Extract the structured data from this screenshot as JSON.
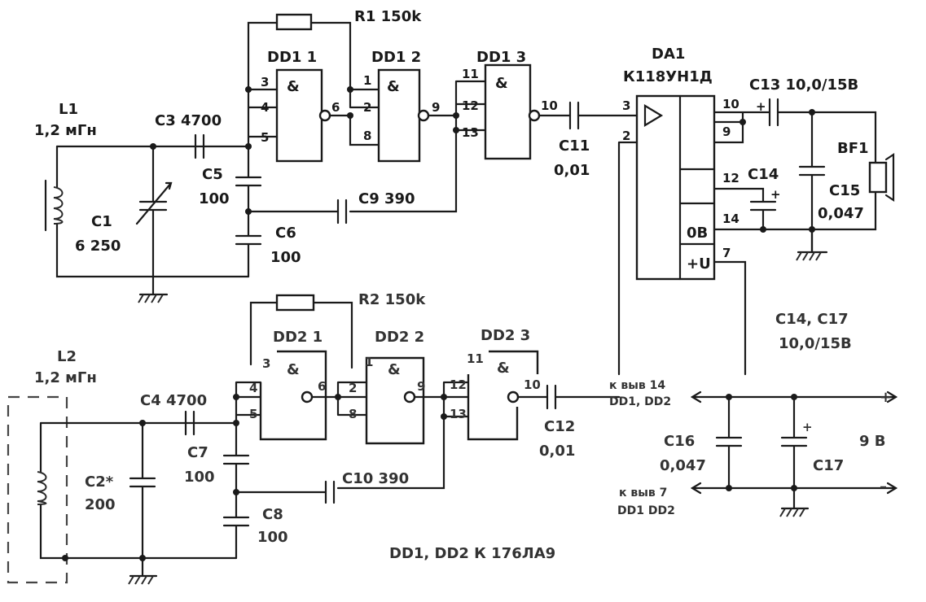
{
  "schematic": {
    "upper": {
      "r1": "R1 150k",
      "dd1_1": "DD1 1",
      "dd1_2": "DD1 2",
      "dd1_3": "DD1 3",
      "da1": "DA1",
      "da1_type": "К118УН1Д",
      "l1": "L1",
      "l1_val": "1,2 мГн",
      "c3": "C3 4700",
      "c1": "C1",
      "c1_val": "6  250",
      "c5": "C5",
      "c5_val": "100",
      "c6": "C6",
      "c6_val": "100",
      "c9": "C9 390",
      "c11": "C11",
      "c11_val": "0,01",
      "c13": "C13 10,0/15В",
      "c14": "C14",
      "c15": "C15",
      "c15_val": "0,047",
      "bf1": "BF1",
      "ob": "0В",
      "plus_u": "+U"
    },
    "lower": {
      "r2": "R2 150k",
      "dd2_1": "DD2 1",
      "dd2_2": "DD2 2",
      "dd2_3": "DD2 3",
      "l2": "L2",
      "l2_val": "1,2 мГн",
      "c4": "C4 4700",
      "c2": "C2*",
      "c2_val": "200",
      "c7": "C7",
      "c7_val": "100",
      "c8": "C8",
      "c8_val": "100",
      "c10": "C10 390",
      "c12": "C12",
      "c12_val": "0,01",
      "c16": "C16",
      "c16_val": "0,047",
      "c17": "C17",
      "supply": "9 В",
      "plus": "+",
      "minus": "–",
      "pin14_note_1": "к выв  14",
      "pin14_note_2": "DD1, DD2",
      "pin7_note_1": "к выв  7",
      "pin7_note_2": "DD1  DD2",
      "c14_c17": "C14, C17",
      "c14_c17_val": "10,0/15В",
      "ic_note": "DD1, DD2  К 176ЛА9"
    },
    "gate_symbol": "&",
    "pins": {
      "p1": "1",
      "p2": "2",
      "p3": "3",
      "p4": "4",
      "p5": "5",
      "p6": "6",
      "p7": "7",
      "p8": "8",
      "p9": "9",
      "p10": "10",
      "p11": "11",
      "p12": "12",
      "p13": "13",
      "p14": "14"
    }
  }
}
